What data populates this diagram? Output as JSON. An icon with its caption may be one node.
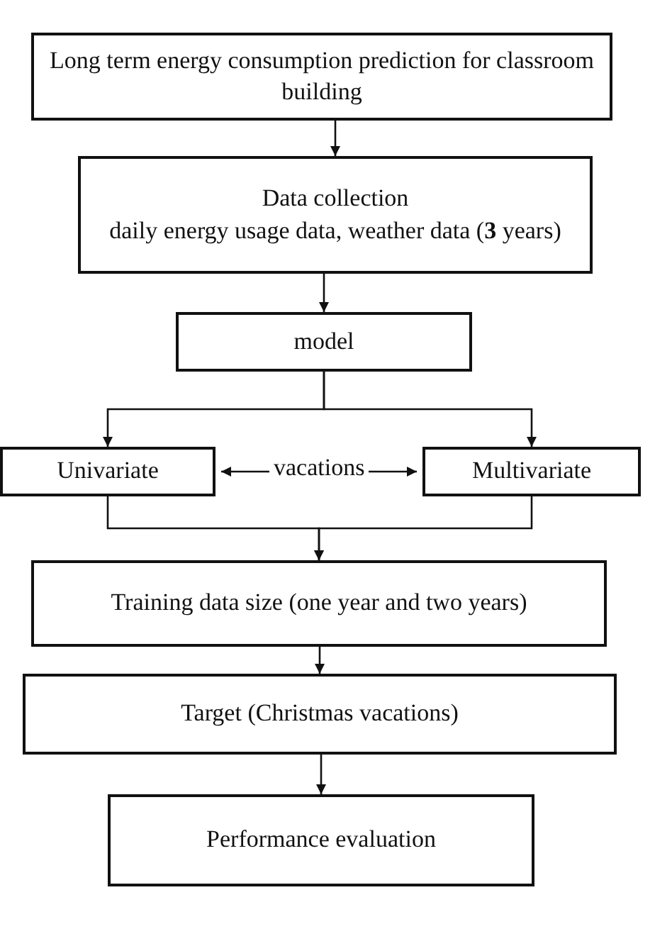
{
  "diagram": {
    "nodes": [
      {
        "text": [
          "Long term energy consumption prediction for classroom building"
        ]
      },
      {
        "text": [
          "Data collection",
          "daily energy usage data, weather data (**3** years)"
        ]
      },
      {
        "text": [
          "model"
        ]
      },
      {
        "text": [
          "Univariate"
        ]
      },
      {
        "text": [
          "Multivariate"
        ]
      },
      {
        "text": [
          "Training data size (one year and two years)"
        ]
      },
      {
        "text": [
          "Target (Christmas vacations)"
        ]
      },
      {
        "text": [
          "Performance evaluation"
        ]
      }
    ],
    "edges": [
      {
        "from": 0,
        "to": 1,
        "arrow": "to"
      },
      {
        "from": 1,
        "to": 2,
        "arrow": "to"
      },
      {
        "from": 2,
        "to": 3,
        "arrow": "to"
      },
      {
        "from": 2,
        "to": 4,
        "arrow": "to"
      },
      {
        "from": 3,
        "to": 4,
        "arrow": "both",
        "label": "vacations"
      },
      {
        "from": 3,
        "to": 5,
        "arrow": "to"
      },
      {
        "from": 4,
        "to": 5,
        "arrow": "to"
      },
      {
        "from": 5,
        "to": 6,
        "arrow": "to"
      },
      {
        "from": 6,
        "to": 7,
        "arrow": "to"
      }
    ]
  }
}
